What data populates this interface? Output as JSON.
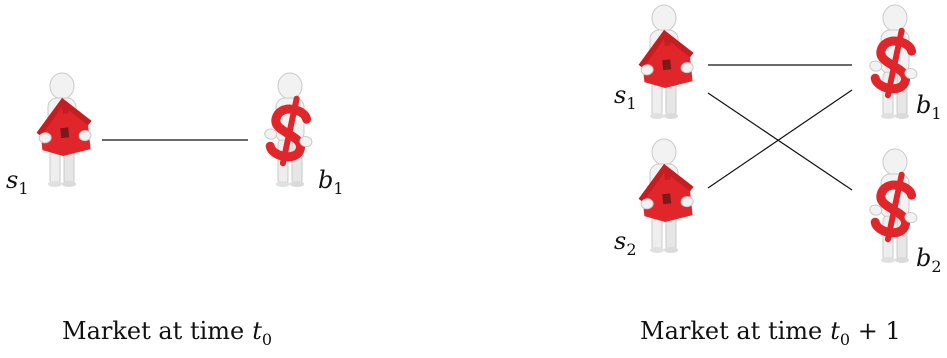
{
  "left_market": {
    "caption": "Market at time",
    "caption_math": "t",
    "caption_sub": "0",
    "caption_suffix": "",
    "sellers": [
      {
        "label": "s",
        "sub": "1"
      }
    ],
    "buyers": [
      {
        "label": "b",
        "sub": "1"
      }
    ]
  },
  "right_market": {
    "caption": "Market at time",
    "caption_math": "t",
    "caption_sub": "0",
    "caption_suffix": " + 1",
    "sellers": [
      {
        "label": "s",
        "sub": "1"
      },
      {
        "label": "s",
        "sub": "2"
      }
    ],
    "buyers": [
      {
        "label": "b",
        "sub": "1"
      },
      {
        "label": "b",
        "sub": "2"
      }
    ]
  },
  "icons": {
    "seller": "person-holding-house-icon",
    "buyer": "person-holding-dollar-icon"
  },
  "colors": {
    "figure_body": "#f2f2f2",
    "figure_shade": "#c9c9c9",
    "red": "#e0262a",
    "line": "#111111"
  }
}
